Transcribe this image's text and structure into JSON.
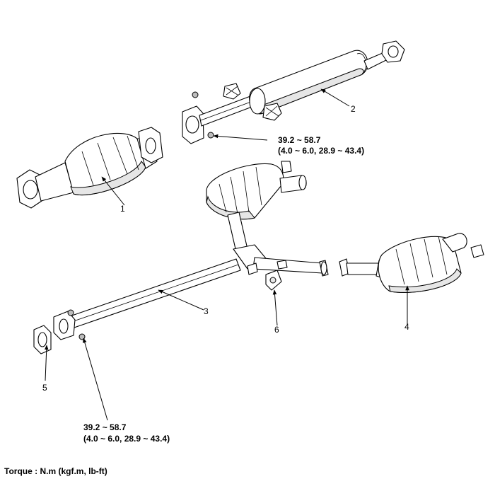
{
  "callouts": {
    "c1": "1",
    "c2": "2",
    "c3": "3",
    "c4": "4",
    "c5": "5",
    "c6": "6"
  },
  "torque_upper": {
    "line1": "39.2 ~ 58.7",
    "line2": "(4.0 ~ 6.0, 28.9 ~ 43.4)"
  },
  "torque_lower": {
    "line1": "39.2 ~ 58.7",
    "line2": "(4.0 ~ 6.0, 28.9 ~ 43.4)"
  },
  "footer": {
    "torque_unit": "Torque : N.m (kgf.m, lb-ft)"
  }
}
